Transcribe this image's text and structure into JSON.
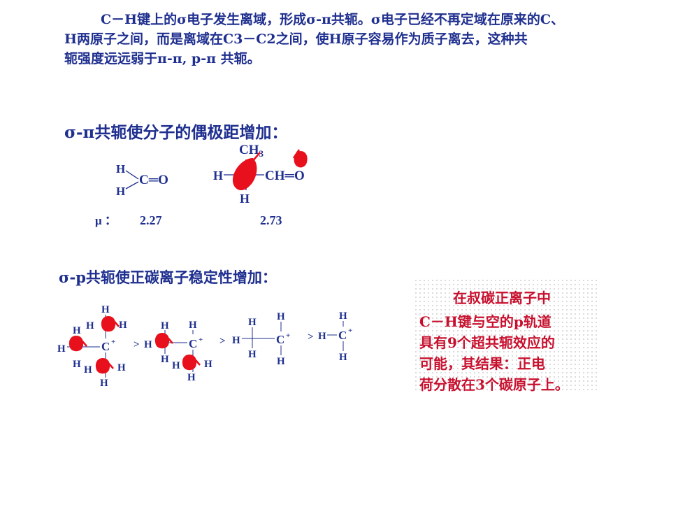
{
  "intro": {
    "line1": "C－H键上的σ电子发生离域，形成σ-π共轭。σ电子已经不再定域在原来的C、",
    "line2": "H两原子之间，而是离域在C3－C2之间，使H原子容易作为质子离去，这种共",
    "line3": "轭强度远远弱于π-π, p-π 共轭。"
  },
  "section1": {
    "heading": "σ-π共轭使分子的偶极距增加：",
    "mu_label": "μ ：",
    "formaldehyde": {
      "h_top": "H",
      "h_bottom": "H",
      "carbonyl": "C═O",
      "mu": "2.27"
    },
    "acetaldehyde": {
      "methyl": "CH",
      "methyl_sub": "3",
      "h_left": "H",
      "aldehyde": "CH═O",
      "h_bottom": "H",
      "mu": "2.73"
    }
  },
  "section2": {
    "heading": "σ-p共轭使正碳离子稳定性增加：",
    "gt": ">",
    "atom_h": "H",
    "atom_c": "C",
    "plus": "+"
  },
  "note": {
    "line1": "在叔碳正离子中",
    "line2": "C－H键与空的p轨道",
    "line3": "具有9个超共轭效应的",
    "line4": "可能，其结果：正电",
    "line5": "荷分散在3个碳原子上。"
  },
  "colors": {
    "text_blue": "#1f2f8f",
    "note_red": "#c8102e",
    "orbital_red": "#e8101c"
  }
}
